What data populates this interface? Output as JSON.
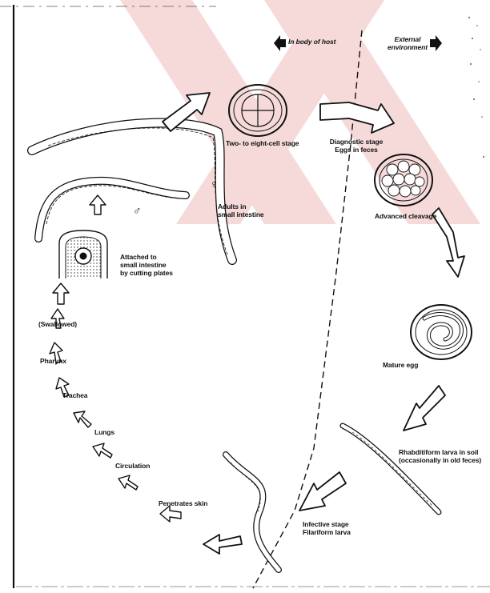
{
  "header": {
    "left_region": "In body of host",
    "right_region": "External\nenvironment"
  },
  "stages": {
    "two_to_eight_cell": "Two- to eight-cell stage",
    "diagnostic": "Diagnostic stage\nEggs in feces",
    "advanced_cleavage": "Advanced cleavage",
    "mature_egg": "Mature egg",
    "rhabditiform": "Rhabditiform larva in soil\n(occasionally in old feces)",
    "infective": "Infective stage\nFilariform larva",
    "penetrates_skin": "Penetrates skin",
    "circulation": "Circulation",
    "lungs": "Lungs",
    "trachea": "Trachea",
    "pharynx": "Pharynx",
    "swallowed": "(Swallowed)",
    "attached": "Attached to\nsmall intestine\nby cutting plates",
    "adults": "Adults in\nsmall intestine"
  },
  "symbols": {
    "female": "♀",
    "male": "♂"
  },
  "colors": {
    "ink": "#111111",
    "watermark": "#f3d6d6",
    "paper": "#ffffff"
  }
}
